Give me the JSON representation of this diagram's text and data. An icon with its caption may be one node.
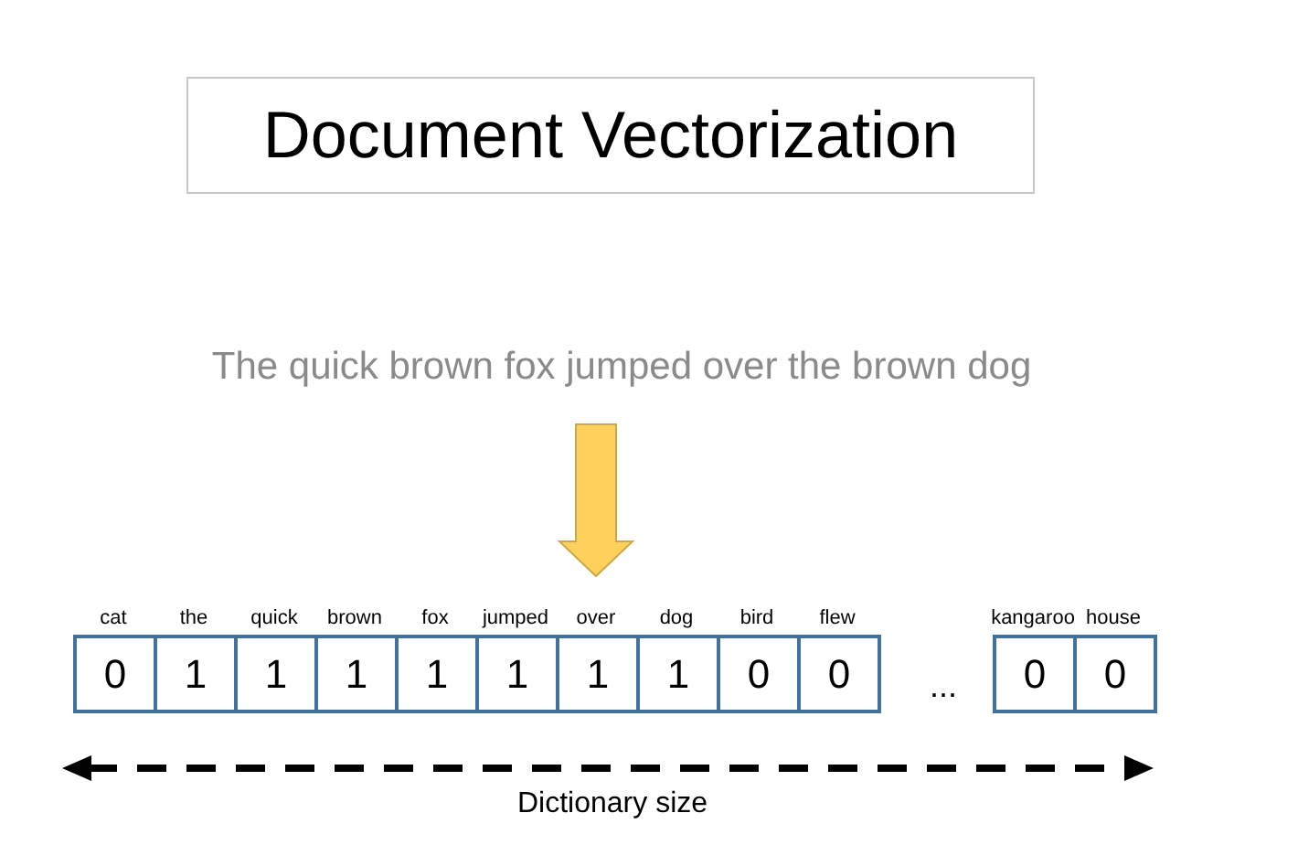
{
  "diagram": {
    "title": "Document Vectorization",
    "nodes": [
      {
        "text": [
          "The quick brown fox jumped over the brown dog"
        ]
      },
      {
        "text": [
          "0"
        ],
        "beside": [
          "cat"
        ]
      },
      {
        "text": [
          "1"
        ],
        "beside": [
          "the"
        ]
      },
      {
        "text": [
          "1"
        ],
        "beside": [
          "quick"
        ]
      },
      {
        "text": [
          "1"
        ],
        "beside": [
          "brown"
        ]
      },
      {
        "text": [
          "1"
        ],
        "beside": [
          "fox"
        ]
      },
      {
        "text": [
          "1"
        ],
        "beside": [
          "jumped"
        ]
      },
      {
        "text": [
          "1"
        ],
        "beside": [
          "over"
        ]
      },
      {
        "text": [
          "1"
        ],
        "beside": [
          "dog"
        ]
      },
      {
        "text": [
          "0"
        ],
        "beside": [
          "bird"
        ]
      },
      {
        "text": [
          "0"
        ],
        "beside": [
          "flew"
        ]
      },
      {
        "text": [
          "0"
        ],
        "beside": [
          "kangaroo"
        ]
      },
      {
        "text": [
          "0"
        ],
        "beside": [
          "house"
        ]
      }
    ],
    "edges": [
      {
        "from": 0,
        "to": 7,
        "arrow": "to",
        "color": "#ffd15c"
      }
    ],
    "labels": [
      "...",
      "Dictionary size"
    ]
  }
}
